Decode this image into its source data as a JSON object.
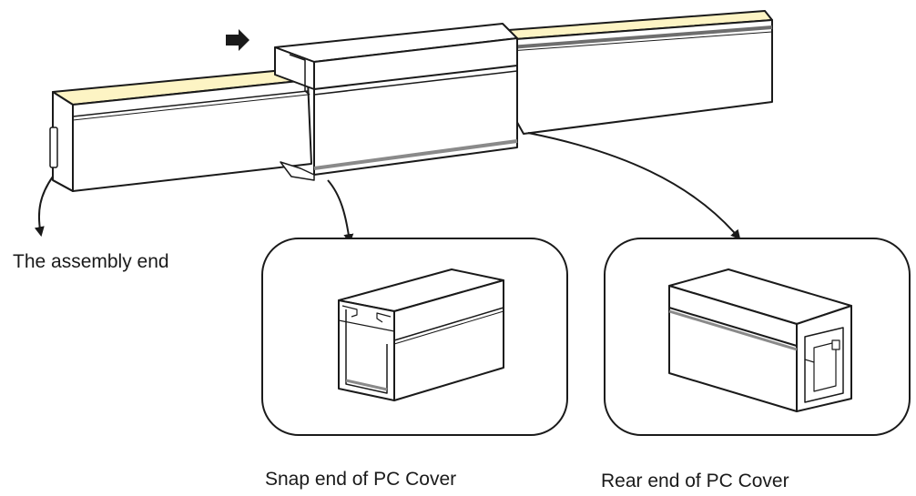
{
  "labels": {
    "assembly_end": "The assembly end",
    "snap_end": "Snap end of PC Cover",
    "rear_end": "Rear end of PC Cover"
  },
  "colors": {
    "led_strip": "#fdf4c4",
    "outline": "#1a1a1a",
    "body": "#ffffff",
    "shading": "#8a8a8a"
  },
  "icons": {
    "direction_arrow": "arrow-right-icon"
  }
}
